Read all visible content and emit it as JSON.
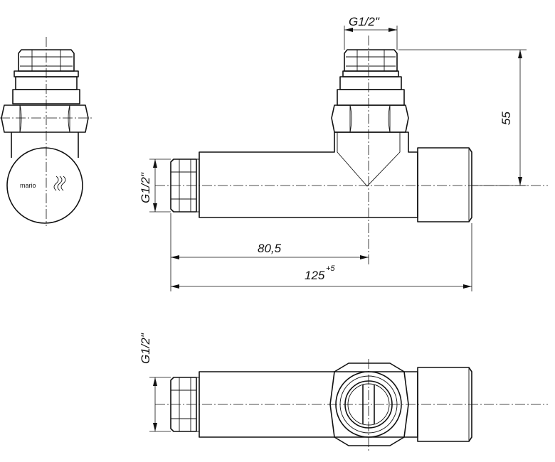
{
  "logo_text": "mario",
  "dimensions": {
    "top_thread": "G1/2\"",
    "height": "55",
    "side_thread_front": "G1/2\"",
    "offset": "80,5",
    "length": "125",
    "length_tolerance": "+5",
    "side_thread_bottom": "G1/2\""
  }
}
